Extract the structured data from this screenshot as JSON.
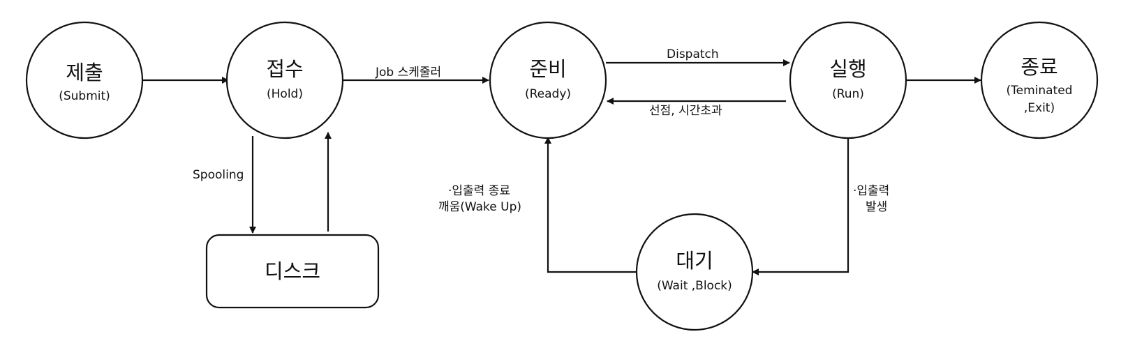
{
  "nodes": {
    "submit": {
      "title": "제출",
      "subtitle": "(Submit)"
    },
    "hold": {
      "title": "접수",
      "subtitle": "(Hold)"
    },
    "ready": {
      "title": "준비",
      "subtitle": "(Ready)"
    },
    "run": {
      "title": "실행",
      "subtitle": "(Run)"
    },
    "exit": {
      "title": "종료",
      "subtitle_line1": "(Teminated",
      "subtitle_line2": ",Exit)"
    },
    "wait": {
      "title": "대기",
      "subtitle": "(Wait ,Block)"
    },
    "disk": {
      "title": "디스크"
    }
  },
  "edges": {
    "job_scheduler": "Job 스케줄러",
    "dispatch": "Dispatch",
    "preempt_timeout": "선점, 시간초과",
    "spooling": "Spooling",
    "io_done_line1": "·입출력 종료",
    "io_done_line2": "깨움(Wake Up)",
    "io_occur_line1": "·입출력",
    "io_occur_line2": "발생"
  }
}
